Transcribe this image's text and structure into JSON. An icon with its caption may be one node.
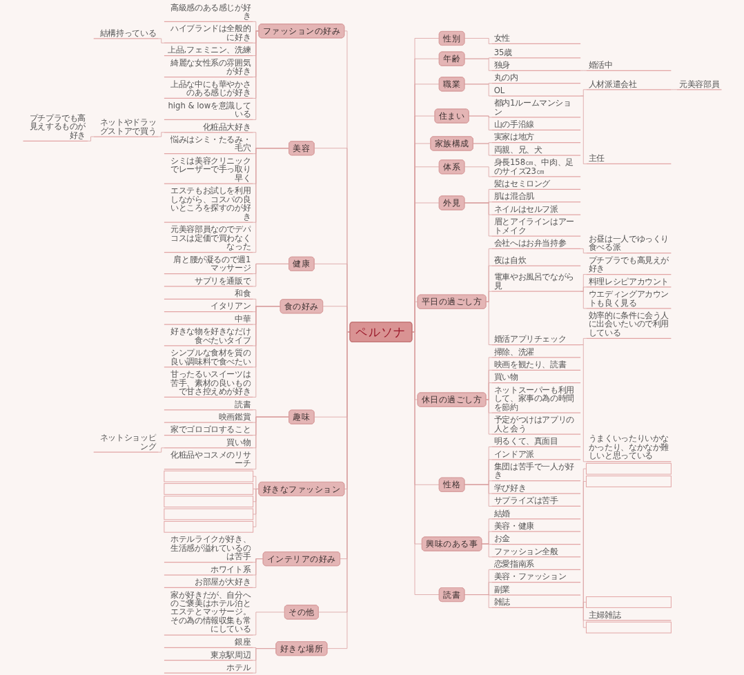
{
  "diagram": {
    "nodes": [
      {
        "text": [
          "ペルソナ"
        ]
      },
      {
        "text": [
          "性別"
        ]
      },
      {
        "text": [
          "女性"
        ]
      },
      {
        "text": [
          "年齢"
        ]
      },
      {
        "text": [
          "35歳"
        ]
      },
      {
        "text": [
          "独身"
        ]
      },
      {
        "text": [
          "婚活中"
        ]
      },
      {
        "text": [
          "職業"
        ]
      },
      {
        "text": [
          "丸の内"
        ]
      },
      {
        "text": [
          "OL"
        ]
      },
      {
        "text": [
          "人材派遣会社"
        ]
      },
      {
        "text": [
          "元美容部員"
        ]
      },
      {
        "text": [
          "主任"
        ]
      },
      {
        "text": [
          "住まい"
        ]
      },
      {
        "text": [
          "都内1ルームマンション"
        ]
      },
      {
        "text": [
          "山の手沿線"
        ]
      },
      {
        "text": [
          "家族構成"
        ]
      },
      {
        "text": [
          "実家は地方"
        ]
      },
      {
        "text": [
          "両親、兄、犬"
        ]
      },
      {
        "text": [
          "体系"
        ]
      },
      {
        "text": [
          "身長158㎝、中肉、足のサイズ23㎝"
        ]
      },
      {
        "text": [
          "外見"
        ]
      },
      {
        "text": [
          "髪はセミロング"
        ]
      },
      {
        "text": [
          "肌は混合肌"
        ]
      },
      {
        "text": [
          "ネイルはセルフ派"
        ]
      },
      {
        "text": [
          "眉とアイラインはアートメイク"
        ]
      },
      {
        "text": [
          "平日の過ごし方"
        ]
      },
      {
        "text": [
          "会社へはお弁当持参"
        ]
      },
      {
        "text": [
          "お昼は一人でゆっくり食べる派"
        ]
      },
      {
        "text": [
          "夜は自炊"
        ]
      },
      {
        "text": [
          "電車やお風呂でながら見"
        ]
      },
      {
        "text": [
          "プチプラでも高見えが好き"
        ]
      },
      {
        "text": [
          "料理レシピアカウント"
        ]
      },
      {
        "text": [
          "ウエディングアカウントも良く見る"
        ]
      },
      {
        "text": [
          "婚活アプリチェック"
        ]
      },
      {
        "text": [
          "効率的に条件に会う人に出会いたいので利用している"
        ]
      },
      {
        "text": [
          "うまくいったりいかなかったり、なかなか難しいと思っている"
        ]
      },
      {
        "text": [
          "休日の過ごし方"
        ]
      },
      {
        "text": [
          "掃除、洗濯"
        ]
      },
      {
        "text": [
          "映画を観たり、読書"
        ]
      },
      {
        "text": [
          "買い物"
        ]
      },
      {
        "text": [
          "ネットスーパーも利用して、家事の為の時間を節約"
        ]
      },
      {
        "text": [
          "予定がつけはアプリの人と会う"
        ]
      },
      {
        "text": [
          "性格"
        ]
      },
      {
        "text": [
          "明るくて、真面目"
        ]
      },
      {
        "text": [
          "インドア派"
        ]
      },
      {
        "text": [
          "集団は苦手で一人が好き"
        ]
      },
      {
        "text": [
          "学び好き"
        ]
      },
      {
        "text": [
          "サプライズは苦手"
        ]
      },
      {
        "text": [
          "興味のある事"
        ]
      },
      {
        "text": [
          "結婚"
        ]
      },
      {
        "text": [
          "美容・健康"
        ]
      },
      {
        "text": [
          "お金"
        ]
      },
      {
        "text": [
          "ファッション全般"
        ]
      },
      {
        "text": [
          "読書"
        ]
      },
      {
        "text": [
          "恋愛指南系"
        ]
      },
      {
        "text": [
          "美容・ファッション"
        ]
      },
      {
        "text": [
          "副業"
        ]
      },
      {
        "text": [
          "雑誌"
        ]
      },
      {
        "text": [],
        "shape": "box"
      },
      {
        "text": [],
        "shape": "box"
      },
      {
        "text": [],
        "shape": "box"
      },
      {
        "text": [
          "主婦雑誌"
        ]
      },
      {
        "text": [],
        "shape": "box"
      },
      {
        "text": [
          "ファッションの好み"
        ]
      },
      {
        "text": [
          "高級感のある感じが好き"
        ]
      },
      {
        "text": [
          "ハイブランドは全般的に好き"
        ]
      },
      {
        "text": [
          "結構持っている"
        ]
      },
      {
        "text": [
          "上品,フェミニン、洗練"
        ]
      },
      {
        "text": [
          "綺麗な女性系の雰囲気が好き"
        ]
      },
      {
        "text": [
          "上品な中にも華やかさのある感じが好き"
        ]
      },
      {
        "text": [
          "high & lowを意識している"
        ]
      },
      {
        "text": [
          "美容"
        ]
      },
      {
        "text": [
          "化粧品大好き"
        ]
      },
      {
        "text": [
          "ネットやドラッグストアで買う"
        ]
      },
      {
        "text": [
          "プチプラでも高見えするものが好き"
        ]
      },
      {
        "text": [
          "悩みはシミ・たるみ・毛穴"
        ]
      },
      {
        "text": [
          "シミは美容クリニックでレーザーで手っ取り早く"
        ]
      },
      {
        "text": [
          "エステもお試しを利用しながら、コスパの良いところを探すのが好き"
        ]
      },
      {
        "text": [
          "元美容部員なのでデパコスは定価で買わなくなった"
        ]
      },
      {
        "text": [
          "健康"
        ]
      },
      {
        "text": [
          "肩と腰が凝るので週1マッサージ"
        ]
      },
      {
        "text": [
          "サプリを通販で"
        ]
      },
      {
        "text": [
          "食の好み"
        ]
      },
      {
        "text": [
          "和食"
        ]
      },
      {
        "text": [
          "イタリアン"
        ]
      },
      {
        "text": [
          "中華"
        ]
      },
      {
        "text": [
          "好きな物を好きなだけ食べたいタイプ"
        ]
      },
      {
        "text": [
          "シンプルな食材を質の良い調味料で食べたい"
        ]
      },
      {
        "text": [
          "甘ったるいスイーツは苦手、素材の良いもので甘さ控えめが好き"
        ]
      },
      {
        "text": [
          "趣味"
        ]
      },
      {
        "text": [
          "読書"
        ]
      },
      {
        "text": [
          "映画鑑賞"
        ]
      },
      {
        "text": [
          "家でゴロゴロすること"
        ]
      },
      {
        "text": [
          "買い物"
        ]
      },
      {
        "text": [
          "ネットショッピング"
        ]
      },
      {
        "text": [
          "化粧品やコスメのリサーチ"
        ]
      },
      {
        "text": [
          "好きなファッション"
        ]
      },
      {
        "text": [],
        "shape": "box"
      },
      {
        "text": [],
        "shape": "box"
      },
      {
        "text": [],
        "shape": "box"
      },
      {
        "text": [],
        "shape": "box"
      },
      {
        "text": [],
        "shape": "box"
      },
      {
        "text": [
          "インテリアの好み"
        ]
      },
      {
        "text": [
          "ホテルライクが好き、生活感が溢れているのは苦手"
        ]
      },
      {
        "text": [
          "ホワイト系"
        ]
      },
      {
        "text": [
          "お部屋が大好き"
        ]
      },
      {
        "text": [
          "その他"
        ]
      },
      {
        "text": [
          "家が好きだが、自分へのご褒美はホテル泊とエステとマッサージ。その為の情報収集も常にしている"
        ]
      },
      {
        "text": [
          "好きな場所"
        ]
      },
      {
        "text": [
          "銀座"
        ]
      },
      {
        "text": [
          "東京駅周辺"
        ]
      },
      {
        "text": [
          "ホテル"
        ]
      }
    ],
    "edges": [
      {
        "from": 0,
        "to": 1,
        "arrow": "none"
      },
      {
        "from": 1,
        "to": 2,
        "arrow": "none"
      },
      {
        "from": 0,
        "to": 3,
        "arrow": "none"
      },
      {
        "from": 3,
        "to": 4,
        "arrow": "none"
      },
      {
        "from": 3,
        "to": 5,
        "arrow": "none"
      },
      {
        "from": 5,
        "to": 6,
        "arrow": "none"
      },
      {
        "from": 0,
        "to": 7,
        "arrow": "none"
      },
      {
        "from": 7,
        "to": 8,
        "arrow": "none"
      },
      {
        "from": 7,
        "to": 9,
        "arrow": "none"
      },
      {
        "from": 9,
        "to": 10,
        "arrow": "none"
      },
      {
        "from": 10,
        "to": 11,
        "arrow": "none"
      },
      {
        "from": 9,
        "to": 12,
        "arrow": "none"
      },
      {
        "from": 0,
        "to": 13,
        "arrow": "none"
      },
      {
        "from": 13,
        "to": 14,
        "arrow": "none"
      },
      {
        "from": 13,
        "to": 15,
        "arrow": "none"
      },
      {
        "from": 0,
        "to": 16,
        "arrow": "none"
      },
      {
        "from": 16,
        "to": 17,
        "arrow": "none"
      },
      {
        "from": 16,
        "to": 18,
        "arrow": "none"
      },
      {
        "from": 0,
        "to": 19,
        "arrow": "none"
      },
      {
        "from": 19,
        "to": 20,
        "arrow": "none"
      },
      {
        "from": 0,
        "to": 21,
        "arrow": "none"
      },
      {
        "from": 21,
        "to": 22,
        "arrow": "none"
      },
      {
        "from": 21,
        "to": 23,
        "arrow": "none"
      },
      {
        "from": 21,
        "to": 24,
        "arrow": "none"
      },
      {
        "from": 21,
        "to": 25,
        "arrow": "none"
      },
      {
        "from": 0,
        "to": 26,
        "arrow": "none"
      },
      {
        "from": 26,
        "to": 27,
        "arrow": "none"
      },
      {
        "from": 27,
        "to": 28,
        "arrow": "none"
      },
      {
        "from": 26,
        "to": 29,
        "arrow": "none"
      },
      {
        "from": 26,
        "to": 30,
        "arrow": "none"
      },
      {
        "from": 30,
        "to": 31,
        "arrow": "none"
      },
      {
        "from": 30,
        "to": 32,
        "arrow": "none"
      },
      {
        "from": 30,
        "to": 33,
        "arrow": "none"
      },
      {
        "from": 26,
        "to": 34,
        "arrow": "none"
      },
      {
        "from": 34,
        "to": 35,
        "arrow": "none"
      },
      {
        "from": 34,
        "to": 36,
        "arrow": "none"
      },
      {
        "from": 0,
        "to": 37,
        "arrow": "none"
      },
      {
        "from": 37,
        "to": 38,
        "arrow": "none"
      },
      {
        "from": 37,
        "to": 39,
        "arrow": "none"
      },
      {
        "from": 37,
        "to": 40,
        "arrow": "none"
      },
      {
        "from": 37,
        "to": 41,
        "arrow": "none"
      },
      {
        "from": 37,
        "to": 42,
        "arrow": "none"
      },
      {
        "from": 0,
        "to": 43,
        "arrow": "none"
      },
      {
        "from": 43,
        "to": 44,
        "arrow": "none"
      },
      {
        "from": 43,
        "to": 45,
        "arrow": "none"
      },
      {
        "from": 43,
        "to": 46,
        "arrow": "none"
      },
      {
        "from": 43,
        "to": 47,
        "arrow": "none"
      },
      {
        "from": 43,
        "to": 48,
        "arrow": "none"
      },
      {
        "from": 0,
        "to": 49,
        "arrow": "none"
      },
      {
        "from": 49,
        "to": 50,
        "arrow": "none"
      },
      {
        "from": 49,
        "to": 51,
        "arrow": "none"
      },
      {
        "from": 49,
        "to": 52,
        "arrow": "none"
      },
      {
        "from": 49,
        "to": 53,
        "arrow": "none"
      },
      {
        "from": 0,
        "to": 54,
        "arrow": "none"
      },
      {
        "from": 54,
        "to": 55,
        "arrow": "none"
      },
      {
        "from": 54,
        "to": 56,
        "arrow": "none"
      },
      {
        "from": 54,
        "to": 57,
        "arrow": "none"
      },
      {
        "from": 54,
        "to": 58,
        "arrow": "none"
      },
      {
        "from": 58,
        "to": 59,
        "arrow": "none"
      },
      {
        "from": 58,
        "to": 60,
        "arrow": "none"
      },
      {
        "from": 58,
        "to": 61,
        "arrow": "none"
      },
      {
        "from": 58,
        "to": 62,
        "arrow": "none"
      },
      {
        "from": 58,
        "to": 63,
        "arrow": "none"
      },
      {
        "from": 64,
        "to": 0,
        "arrow": "none"
      },
      {
        "from": 65,
        "to": 64,
        "arrow": "none"
      },
      {
        "from": 66,
        "to": 64,
        "arrow": "none"
      },
      {
        "from": 67,
        "to": 66,
        "arrow": "none"
      },
      {
        "from": 68,
        "to": 64,
        "arrow": "none"
      },
      {
        "from": 69,
        "to": 64,
        "arrow": "none"
      },
      {
        "from": 70,
        "to": 64,
        "arrow": "none"
      },
      {
        "from": 71,
        "to": 64,
        "arrow": "none"
      },
      {
        "from": 72,
        "to": 0,
        "arrow": "none"
      },
      {
        "from": 73,
        "to": 72,
        "arrow": "none"
      },
      {
        "from": 74,
        "to": 73,
        "arrow": "none"
      },
      {
        "from": 75,
        "to": 74,
        "arrow": "none"
      },
      {
        "from": 76,
        "to": 72,
        "arrow": "none"
      },
      {
        "from": 77,
        "to": 72,
        "arrow": "none"
      },
      {
        "from": 78,
        "to": 72,
        "arrow": "none"
      },
      {
        "from": 79,
        "to": 72,
        "arrow": "none"
      },
      {
        "from": 80,
        "to": 0,
        "arrow": "none"
      },
      {
        "from": 81,
        "to": 80,
        "arrow": "none"
      },
      {
        "from": 82,
        "to": 80,
        "arrow": "none"
      },
      {
        "from": 83,
        "to": 0,
        "arrow": "none"
      },
      {
        "from": 84,
        "to": 83,
        "arrow": "none"
      },
      {
        "from": 85,
        "to": 83,
        "arrow": "none"
      },
      {
        "from": 86,
        "to": 83,
        "arrow": "none"
      },
      {
        "from": 87,
        "to": 83,
        "arrow": "none"
      },
      {
        "from": 88,
        "to": 83,
        "arrow": "none"
      },
      {
        "from": 89,
        "to": 83,
        "arrow": "none"
      },
      {
        "from": 90,
        "to": 0,
        "arrow": "none"
      },
      {
        "from": 91,
        "to": 90,
        "arrow": "none"
      },
      {
        "from": 92,
        "to": 90,
        "arrow": "none"
      },
      {
        "from": 93,
        "to": 90,
        "arrow": "none"
      },
      {
        "from": 94,
        "to": 90,
        "arrow": "none"
      },
      {
        "from": 95,
        "to": 94,
        "arrow": "none"
      },
      {
        "from": 96,
        "to": 90,
        "arrow": "none"
      },
      {
        "from": 97,
        "to": 0,
        "arrow": "none"
      },
      {
        "from": 98,
        "to": 97,
        "arrow": "none"
      },
      {
        "from": 99,
        "to": 97,
        "arrow": "none"
      },
      {
        "from": 100,
        "to": 97,
        "arrow": "none"
      },
      {
        "from": 101,
        "to": 97,
        "arrow": "none"
      },
      {
        "from": 102,
        "to": 97,
        "arrow": "none"
      },
      {
        "from": 103,
        "to": 0,
        "arrow": "none"
      },
      {
        "from": 104,
        "to": 103,
        "arrow": "none"
      },
      {
        "from": 105,
        "to": 103,
        "arrow": "none"
      },
      {
        "from": 106,
        "to": 103,
        "arrow": "none"
      },
      {
        "from": 107,
        "to": 0,
        "arrow": "none"
      },
      {
        "from": 108,
        "to": 107,
        "arrow": "none"
      },
      {
        "from": 109,
        "to": 0,
        "arrow": "none"
      },
      {
        "from": 110,
        "to": 109,
        "arrow": "none"
      },
      {
        "from": 111,
        "to": 109,
        "arrow": "none"
      },
      {
        "from": 112,
        "to": 109,
        "arrow": "none"
      }
    ]
  }
}
